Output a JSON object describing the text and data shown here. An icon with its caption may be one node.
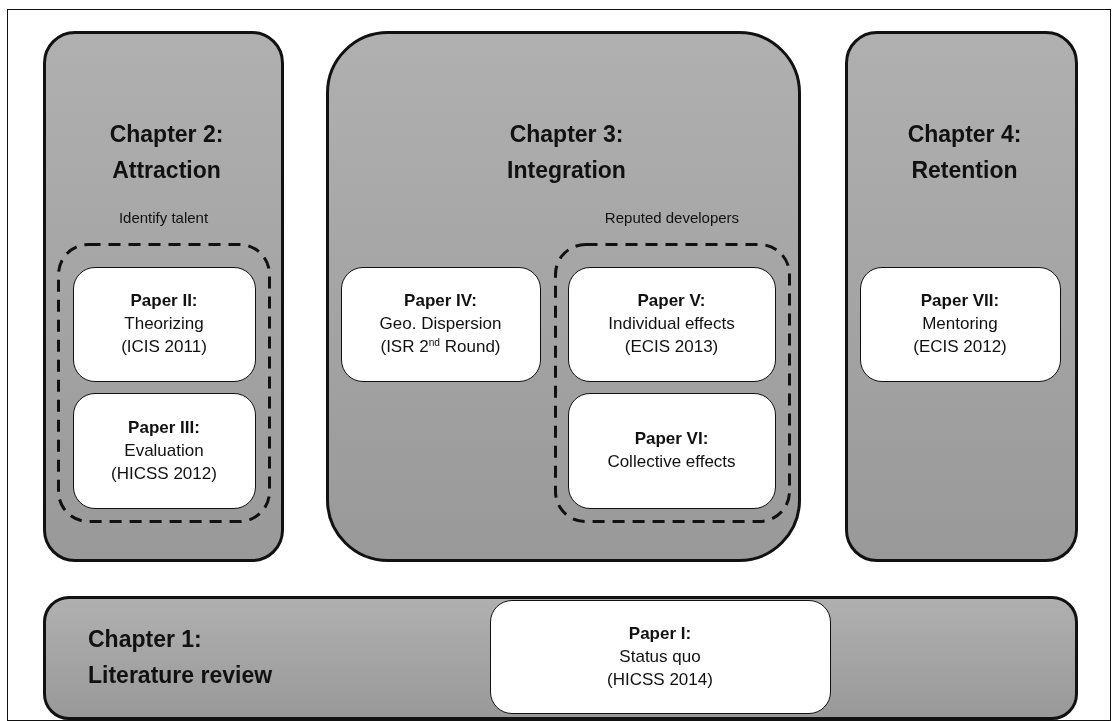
{
  "diagram": {
    "nodes": [
      {
        "text": [
          "Chapter 2: Attraction"
        ]
      },
      {
        "text": [
          "Identify talent"
        ],
        "in": 0
      },
      {
        "text": [
          "Paper II:",
          "Theorizing (ICIS 2011)"
        ],
        "in": 1
      },
      {
        "text": [
          "Paper III:",
          "Evaluation (HICSS 2012)"
        ],
        "in": 1
      },
      {
        "text": [
          "Chapter 3: Integration"
        ]
      },
      {
        "text": [
          "Paper IV:",
          "Geo. Dispersion (ISR 2$^{nd}$ Round)"
        ],
        "in": 4
      },
      {
        "text": [
          "Reputed developers"
        ],
        "in": 4
      },
      {
        "text": [
          "Paper V:",
          "Individual effects (ECIS 2013)"
        ],
        "in": 6
      },
      {
        "text": [
          "Paper VI:",
          "Collective effects"
        ],
        "in": 6
      },
      {
        "text": [
          "Chapter 4: Retention"
        ]
      },
      {
        "text": [
          "Paper VII:",
          "Mentoring (ECIS 2012)"
        ],
        "in": 9
      },
      {
        "text": [
          "Chapter 1: Literature review"
        ]
      },
      {
        "text": [
          "Paper I:",
          "Status quo (HICSS 2014)"
        ],
        "in": 11
      }
    ],
    "edges": []
  }
}
